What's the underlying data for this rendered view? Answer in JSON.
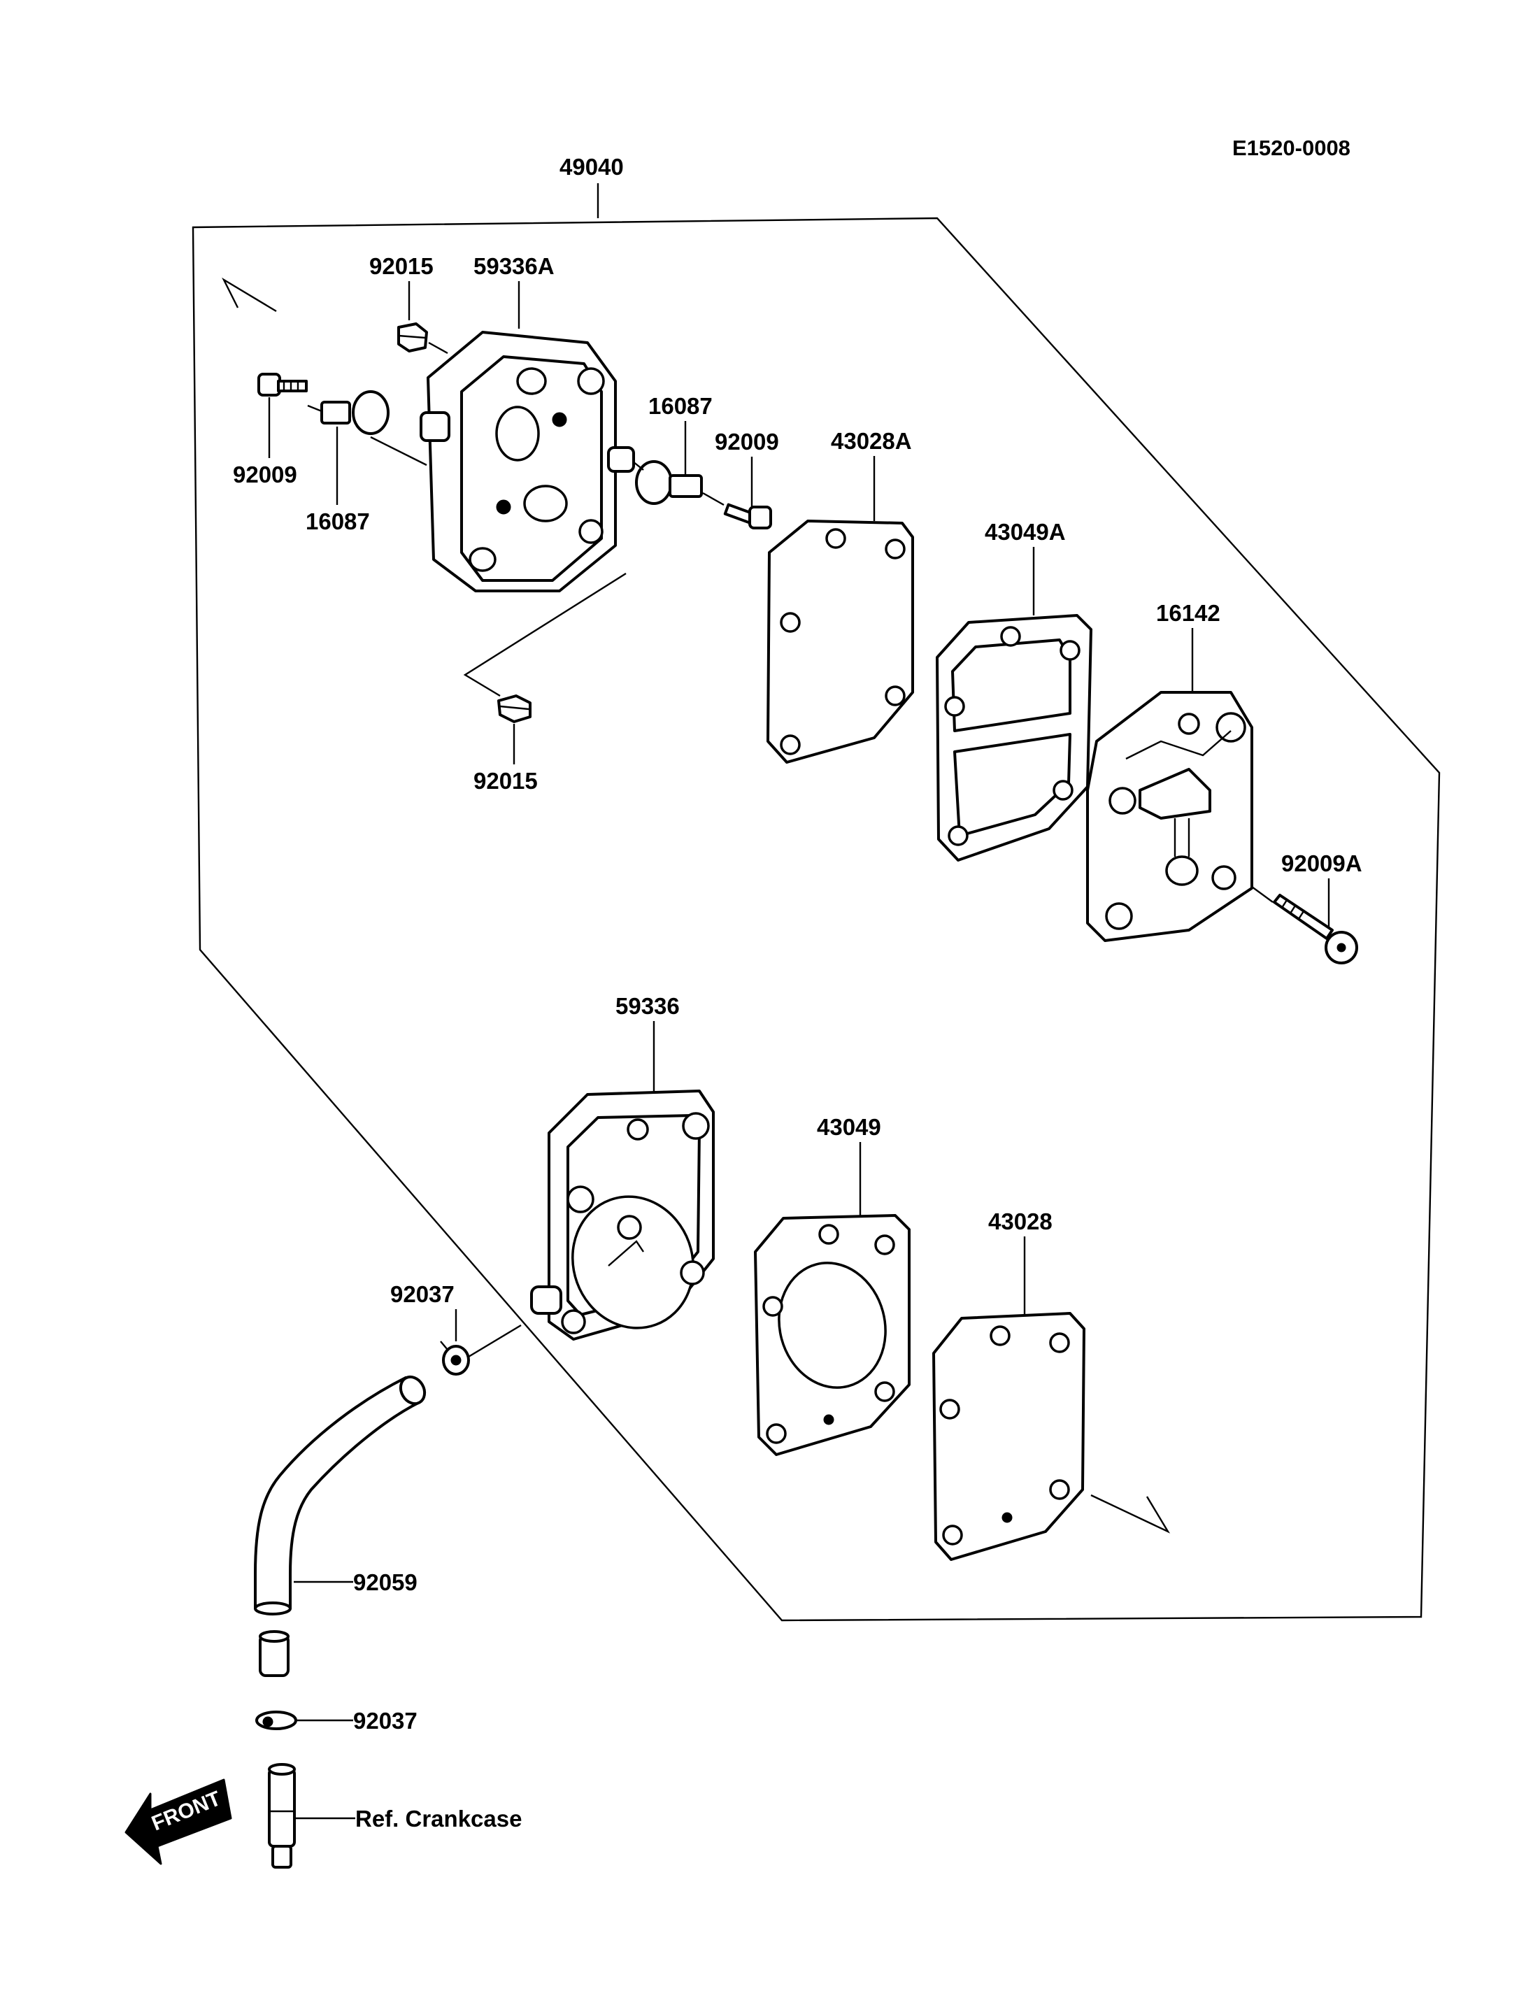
{
  "document_code": "E1520-0008",
  "assembly_label": "49040",
  "parts": {
    "nut_top": "92015",
    "pump_cover_a": "59336A",
    "bolt_left": "92009",
    "valve_left": "16087",
    "valve_right": "16087",
    "bolt_right": "92009",
    "gasket_a": "43028A",
    "diaphragm_a": "43049A",
    "pump_body": "16142",
    "bolt_long": "92009A",
    "nut_bottom": "92015",
    "pump_cover": "59336",
    "diaphragm": "43049",
    "gasket": "43028",
    "clip_upper": "92037",
    "hose": "92059",
    "clip_lower": "92037",
    "crankcase_ref": "Ref. Crankcase"
  },
  "front_arrow": "FRONT"
}
